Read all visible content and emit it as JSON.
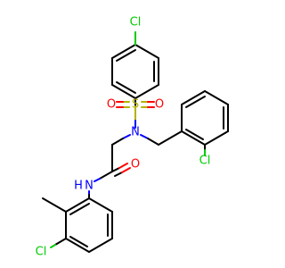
{
  "molecule": {
    "colors": {
      "carbon": "#000000",
      "chlorine": "#00cc00",
      "oxygen": "#ff0000",
      "nitrogen": "#0000ff",
      "sulfur": "#b3b300"
    },
    "atoms": {
      "cl_top": "Cl",
      "s": "S",
      "o_left": "O",
      "o_right": "O",
      "n_sulfonamide": "N",
      "cl_benzyl": "Cl",
      "o_amide": "O",
      "nh": "N",
      "h": "H",
      "cl_bottom": "Cl"
    }
  }
}
